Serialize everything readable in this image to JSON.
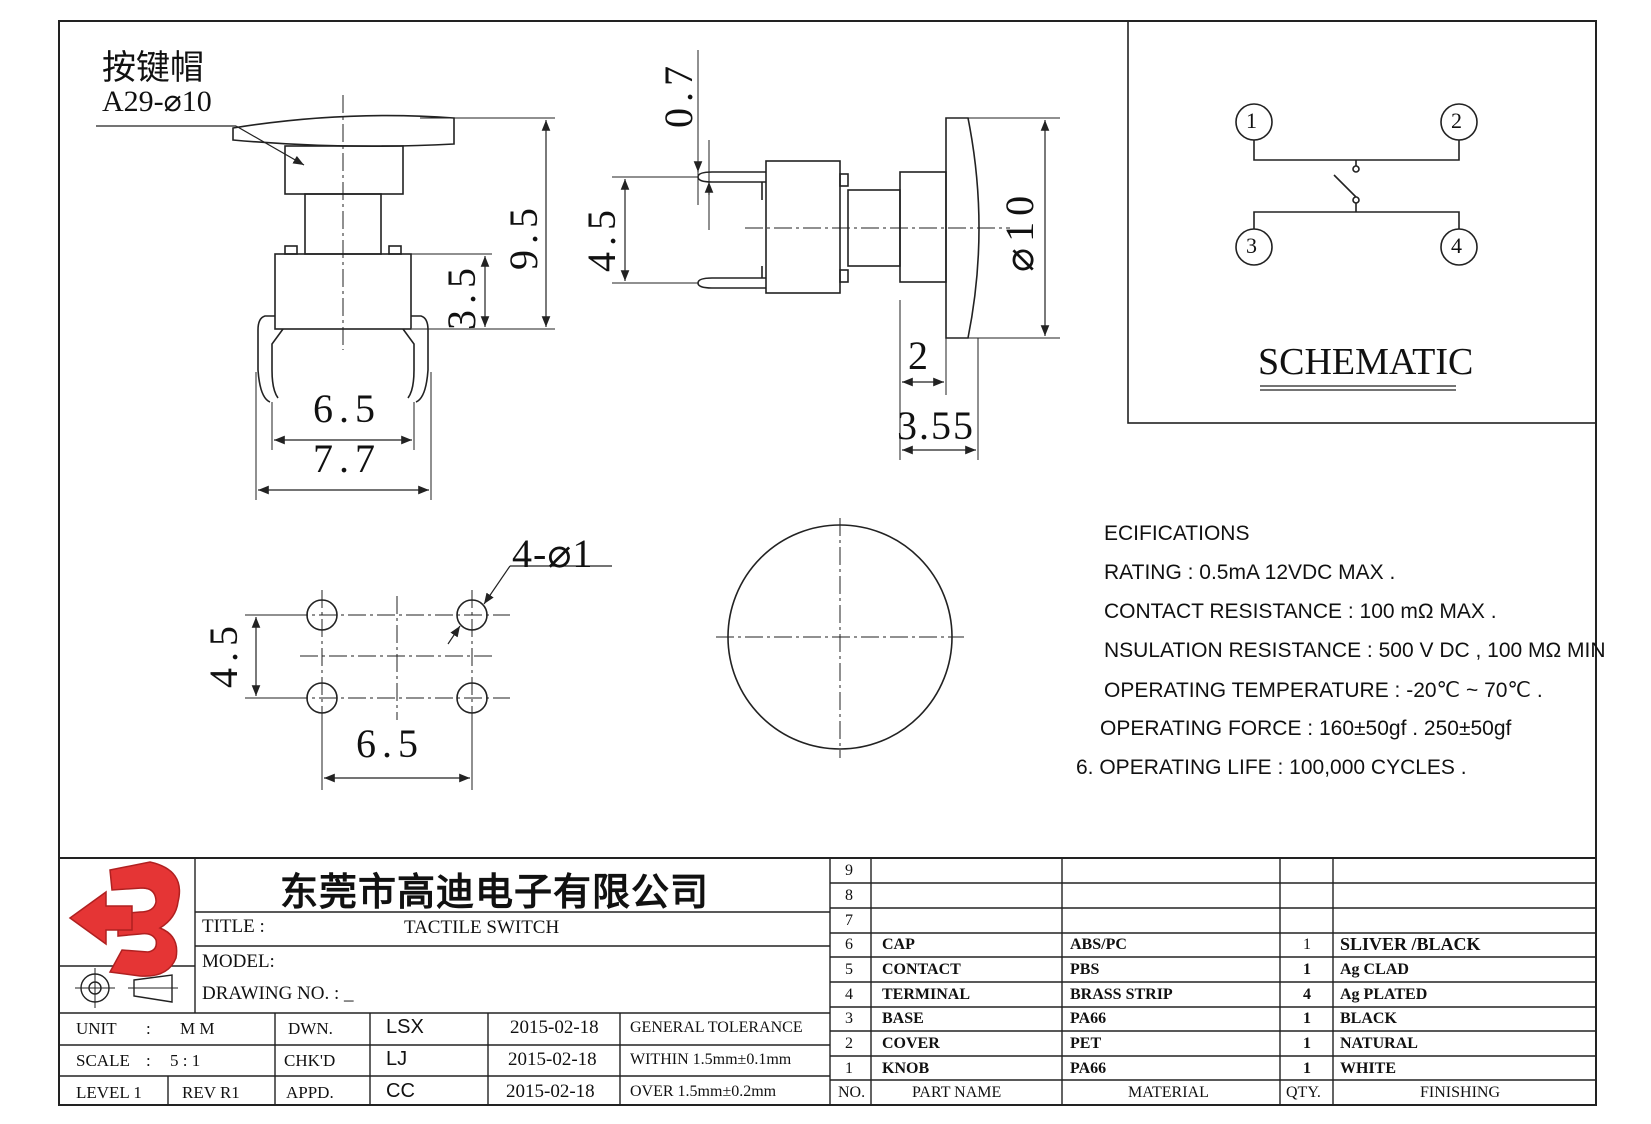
{
  "callout": {
    "line1": "按键帽",
    "line2": "A29-⌀10"
  },
  "dims": {
    "d0_7": "0.7",
    "d9_5": "9.5",
    "d4_5_side": "4.5",
    "d3_5": "3.5",
    "d_dia10": "⌀10",
    "d2": "2",
    "d3_55": "3.55",
    "d6_5_front": "6.5",
    "d7_7": "7.7",
    "d4_d1": "4-⌀1",
    "d4_5_pcb": "4.5",
    "d6_5_pcb": "6.5"
  },
  "schematic": {
    "pins": [
      "1",
      "2",
      "3",
      "4"
    ],
    "label": "SCHEMATIC"
  },
  "specs": [
    "ECIFICATIONS",
    "RATING : 0.5mA 12VDC MAX .",
    "CONTACT RESISTANCE : 100 mΩ MAX .",
    "NSULATION RESISTANCE : 500 V DC , 100 MΩ MIN",
    "OPERATING TEMPERATURE : -20℃ ~ 70℃ .",
    "OPERATING FORCE : 160±50gf . 250±50gf",
    "6. OPERATING LIFE : 100,000 CYCLES ."
  ],
  "company": "东莞市高迪电子有限公司",
  "title_block": {
    "title_label": "TITLE :",
    "title_value": "TACTILE SWITCH",
    "model_label": "MODEL:",
    "model_value": "",
    "drawing_label": "DRAWING NO. : _",
    "unit_label": "UNIT",
    "unit_value": "M M",
    "scale_label": "SCALE",
    "scale_value": "5 : 1",
    "level_label": "LEVEL 1",
    "rev_label": "REV R1",
    "rows": [
      {
        "role": "DWN.",
        "name": "LSX",
        "date": "2015-02-18",
        "tol": "GENERAL TOLERANCE"
      },
      {
        "role": "CHK'D",
        "name": "LJ",
        "date": "2015-02-18",
        "tol": "WITHIN 1.5mm±0.1mm"
      },
      {
        "role": "APPD.",
        "name": "CC",
        "date": "2015-02-18",
        "tol": "OVER 1.5mm±0.2mm"
      }
    ]
  },
  "bom": {
    "headers": [
      "NO.",
      "PART NAME",
      "MATERIAL",
      "QTY.",
      "FINISHING"
    ],
    "empty_rows": [
      "9",
      "8",
      "7"
    ],
    "rows": [
      {
        "no": "6",
        "part": "CAP",
        "material": "ABS/PC",
        "qty": "1",
        "finish": "SLIVER /BLACK"
      },
      {
        "no": "5",
        "part": "CONTACT",
        "material": "PBS",
        "qty": "1",
        "finish": "Ag CLAD"
      },
      {
        "no": "4",
        "part": "TERMINAL",
        "material": "BRASS STRIP",
        "qty": "4",
        "finish": "Ag PLATED"
      },
      {
        "no": "3",
        "part": "BASE",
        "material": "PA66",
        "qty": "1",
        "finish": "BLACK"
      },
      {
        "no": "2",
        "part": "COVER",
        "material": "PET",
        "qty": "1",
        "finish": "NATURAL"
      },
      {
        "no": "1",
        "part": "KNOB",
        "material": "PA66",
        "qty": "1",
        "finish": "WHITE"
      }
    ]
  }
}
